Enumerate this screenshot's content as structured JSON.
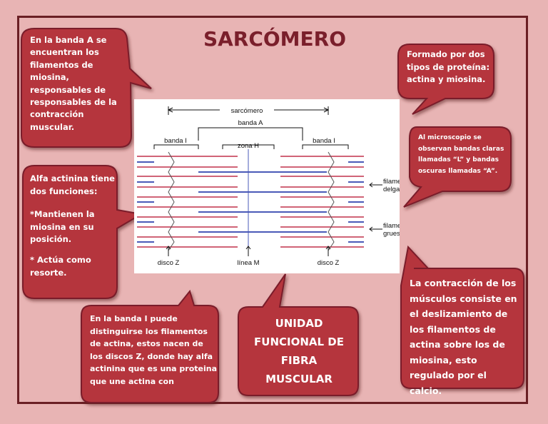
{
  "title": "SARCÓMERO",
  "bubbles": {
    "banda_a": "En la banda A se encuentran los filamentos de miosina, responsables de responsables de la contracción muscular.",
    "proteinas": "Formado por dos tipos de proteína: actina y miosina.",
    "microscopio": "Al microscopio se observan bandas claras llamadas “L” y  bandas oscuras llamadas “A”.",
    "alfa_titulo": "Alfa actinina tiene dos funciones:",
    "alfa_1": "*Mantienen la miosina en su posición.",
    "alfa_2": "* Actúa como resorte.",
    "banda_i": "En la banda I puede distinguirse los filamentos de actina, estos nacen de los discos Z, donde hay alfa actinina que es una proteina que une actina con",
    "unidad": "UNIDAD FUNCIONAL DE FIBRA MUSCULAR",
    "contraccion": "La contracción de los músculos consiste  en el deslizamiento de los filamentos de actina sobre los de miosina, esto regulado por el calcio."
  },
  "diagram": {
    "sarcomero": "sarcómero",
    "banda_a": "banda A",
    "banda_i_left": "banda I",
    "banda_i_right": "banda I",
    "zona_h": "zona H",
    "filamento_delgado_1": "filamento",
    "filamento_delgado_2": "delgado",
    "filamento_grueso_1": "filamento",
    "filamento_grueso_2": "grueso",
    "disco_z_left": "disco Z",
    "linea_m": "línea M",
    "disco_z_right": "disco Z"
  },
  "colors": {
    "background": "#e8b4b4",
    "frame": "#6a1f24",
    "title": "#7a1f2b",
    "bubble_fill": "#b5343c",
    "bubble_stroke": "#7a1f2b",
    "thin_filament": "#c0304a",
    "thick_filament": "#4a5ab8"
  }
}
